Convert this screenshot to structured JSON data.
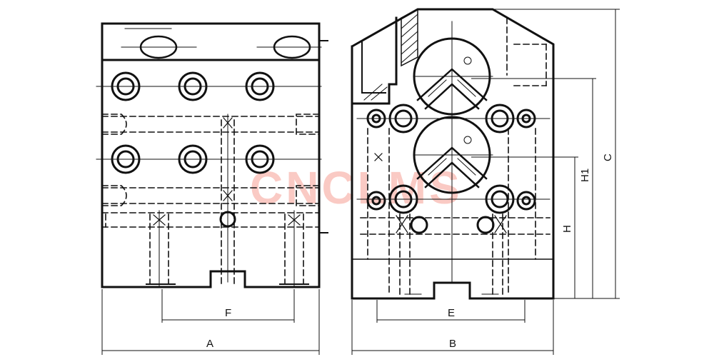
{
  "watermark": {
    "text": "CNCLMS",
    "color": "#f26a5a"
  },
  "dimensions": {
    "front_bottom_span": "A",
    "front_inner_span": "F",
    "side_bottom_span": "B",
    "side_inner_span": "E",
    "side_height_low": "H",
    "side_height_mid": "H1",
    "side_height_total": "C"
  },
  "colors": {
    "line": "#111111",
    "background": "#ffffff"
  }
}
